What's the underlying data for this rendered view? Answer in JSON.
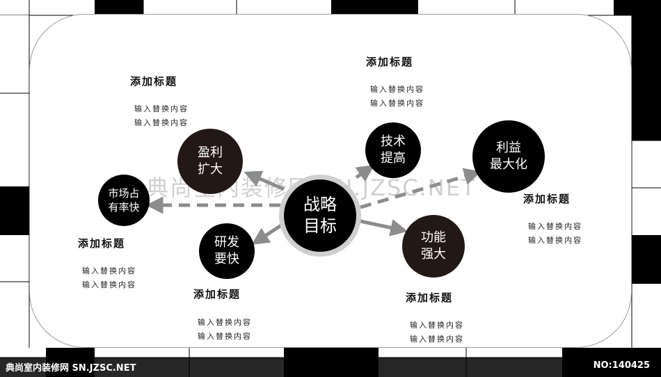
{
  "center": {
    "label": "战略\n目标"
  },
  "nodes": [
    {
      "id": "profit-expansion",
      "label": "盈利\n扩大"
    },
    {
      "id": "market-share",
      "label": "市场占\n有率快"
    },
    {
      "id": "rnd-speed",
      "label": "研发\n要快"
    },
    {
      "id": "tech-improve",
      "label": "技术\n提高"
    },
    {
      "id": "benefit-max",
      "label": "利益\n最大化"
    },
    {
      "id": "function-strong",
      "label": "功能\n强大"
    }
  ],
  "text_blocks": [
    {
      "title": "添加标题",
      "lines": [
        "输入替换内容",
        "输入替换内容"
      ]
    },
    {
      "title": "添加标题",
      "lines": [
        "输入替换内容",
        "输入替换内容"
      ]
    },
    {
      "title": "添加标题",
      "lines": [
        "输入替换内容",
        "输入替换内容"
      ]
    },
    {
      "title": "添加标题",
      "lines": [
        "输入替换内容",
        "输入替换内容"
      ]
    },
    {
      "title": "添加标题",
      "lines": [
        "输入替换内容",
        "输入替换内容"
      ]
    },
    {
      "title": "添加标题",
      "lines": [
        "输入替换内容",
        "输入替换内容"
      ]
    }
  ],
  "watermark": "典尚室内装修网 SN.JZSC.NET",
  "footer": {
    "left": "典尚室内装修网 SN.JZSC.NET",
    "right": "NO:140425"
  },
  "colors": {
    "dark_node": "#231815",
    "black_node": "#000000",
    "arrow": "#8c8c8c",
    "ring": "#cfcfcf"
  }
}
